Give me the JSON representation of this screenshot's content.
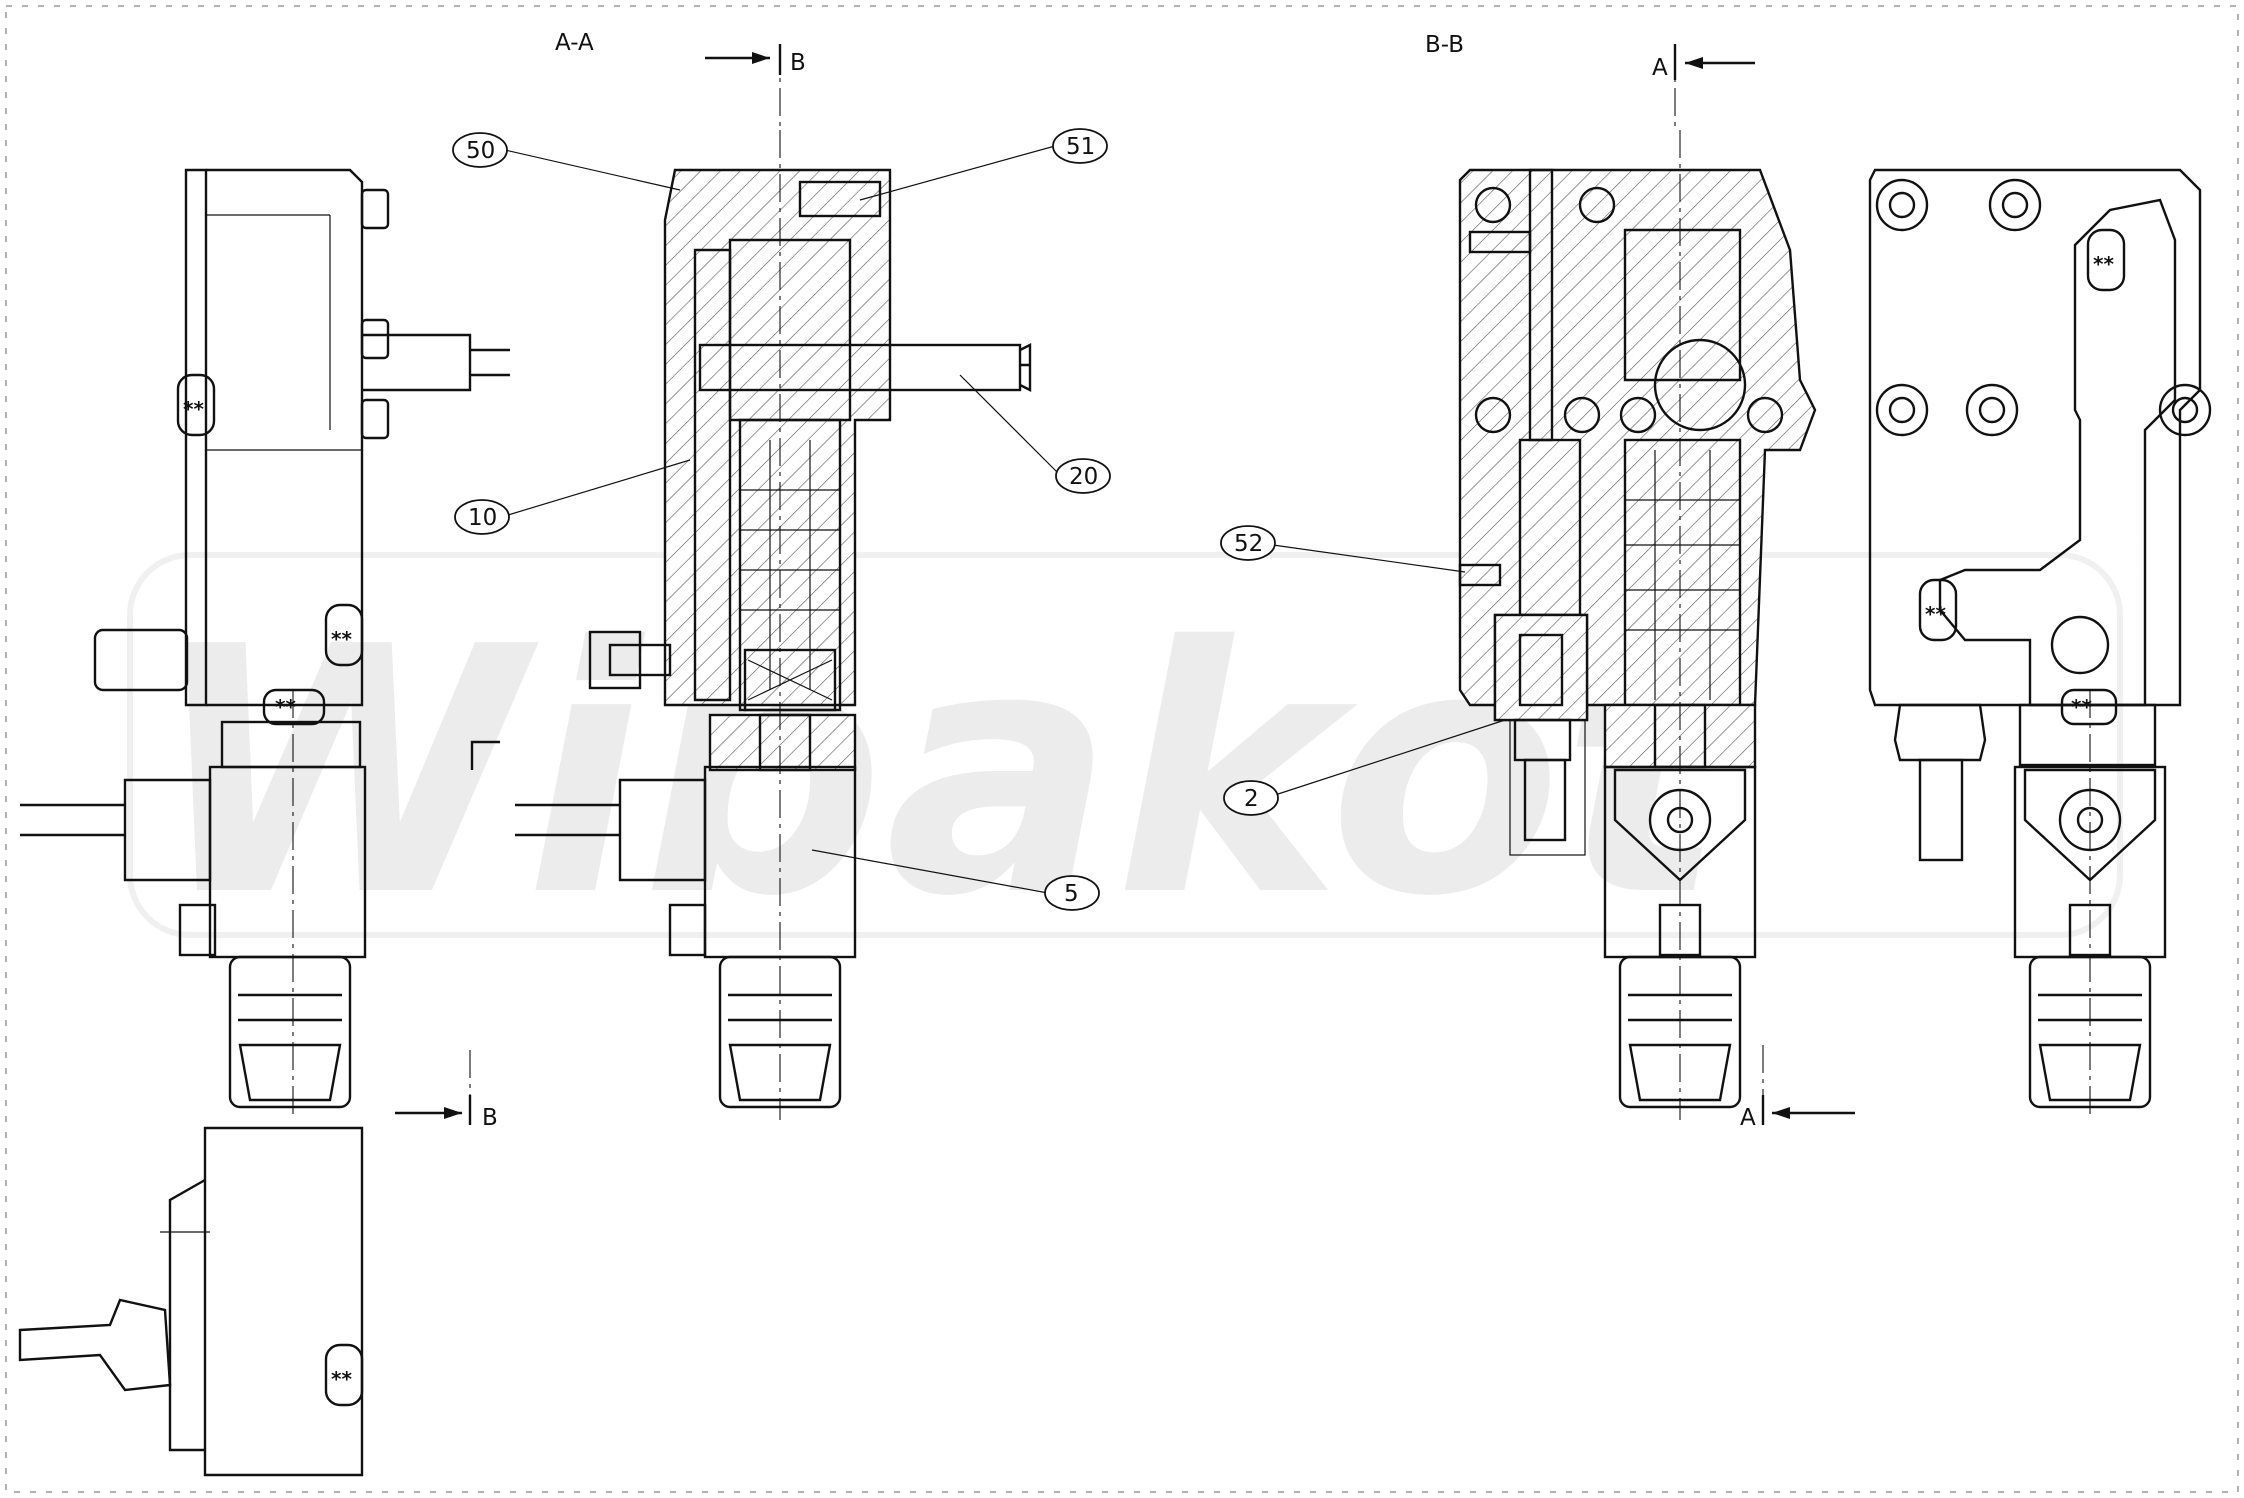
{
  "sections": {
    "aa_title": "A-A",
    "bb_title": "B-B",
    "cut_b_top": "B",
    "cut_b_bottom": "B",
    "cut_a_top": "A",
    "cut_a_bottom": "A"
  },
  "callouts": [
    {
      "id": "c50",
      "label": "50"
    },
    {
      "id": "c51",
      "label": "51"
    },
    {
      "id": "c10",
      "label": "10"
    },
    {
      "id": "c20",
      "label": "20"
    },
    {
      "id": "c5",
      "label": "5"
    },
    {
      "id": "c52",
      "label": "52"
    },
    {
      "id": "c2",
      "label": "2"
    }
  ],
  "marker_symbol": "**",
  "watermark": "Wibakot"
}
